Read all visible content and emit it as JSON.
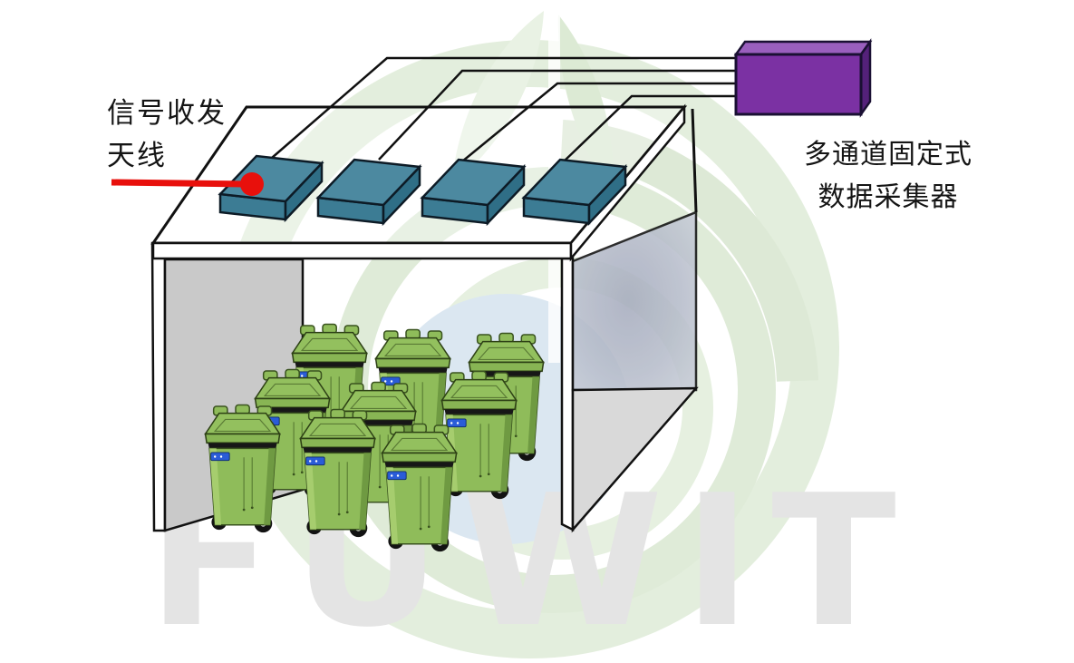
{
  "labels": {
    "antenna": {
      "line1": "信号收发",
      "line2": "天线"
    },
    "collector": {
      "line1": "多通道固定式",
      "line2": "数据采集器"
    }
  },
  "watermark": {
    "text": "FUWIT"
  },
  "diagram": {
    "description_elements": {
      "antenna_count": 4,
      "cable_count": 4,
      "bin_count": 9
    },
    "colors": {
      "antenna_top": "#4c89a0",
      "antenna_front": "#3c7c94",
      "antenna_side": "#2f6e86",
      "collector_front": "#7b31a3",
      "collector_top": "#9a5fbe",
      "collector_side": "#54217a",
      "bin_body_green": "#8fbc5a",
      "bin_tag_blue": "#2a5cd8",
      "pointer_red": "#e8100c",
      "wall_gray": "#c9c9c9",
      "wall_shadow": "#a8aec0",
      "watermark_gray": "#e4e4e4",
      "leaf_green": "#e3eedd",
      "leaf_blue": "#dbe7f1"
    }
  }
}
